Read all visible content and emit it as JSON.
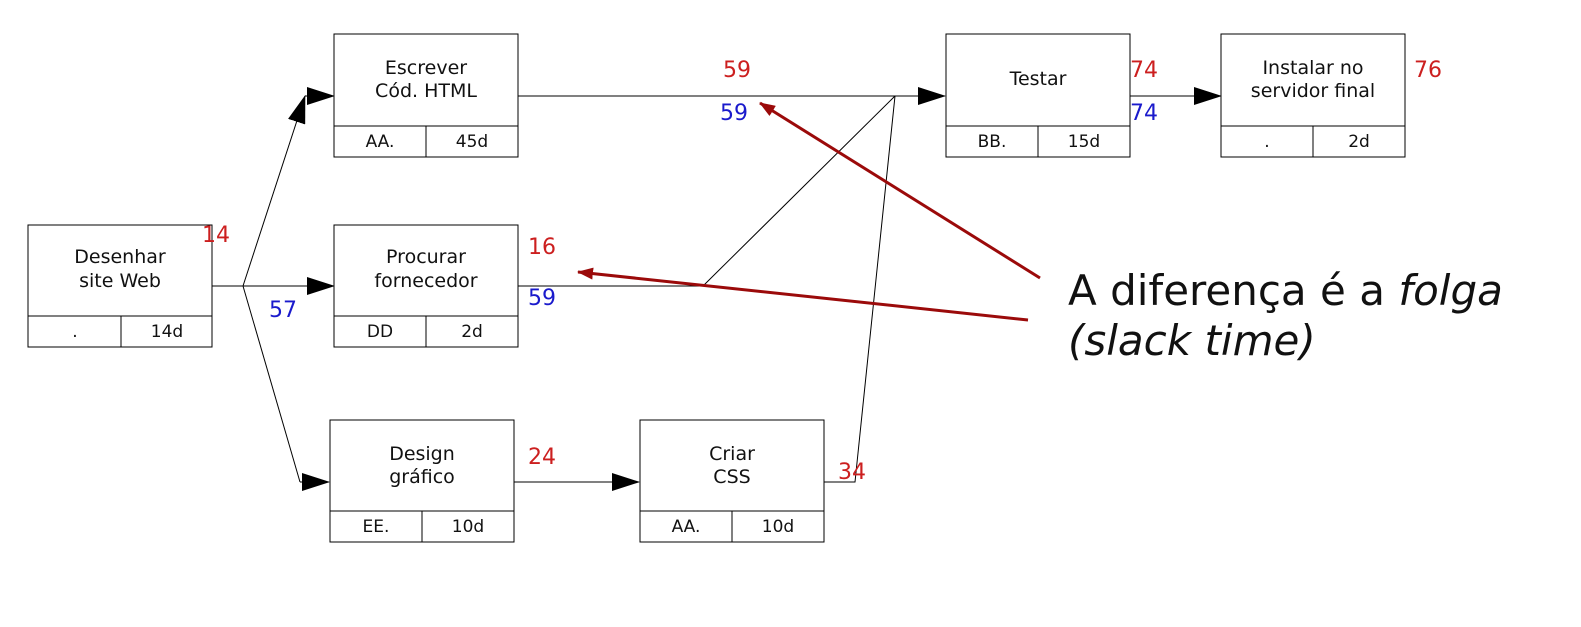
{
  "nodes": {
    "desenhar": {
      "title_line1": "Desenhar",
      "title_line2": "site Web",
      "resource": ".",
      "duration": "14d"
    },
    "escrever": {
      "title_line1": "Escrever",
      "title_line2": "Cód. HTML",
      "resource": "AA.",
      "duration": "45d"
    },
    "procurar": {
      "title_line1": "Procurar",
      "title_line2": "fornecedor",
      "resource": "DD",
      "duration": "2d"
    },
    "design": {
      "title_line1": "Design",
      "title_line2": "gráfico",
      "resource": "EE.",
      "duration": "10d"
    },
    "criar": {
      "title_line1": "Criar",
      "title_line2": "CSS",
      "resource": "AA.",
      "duration": "10d"
    },
    "testar": {
      "title": "Testar",
      "resource": "BB.",
      "duration": "15d"
    },
    "instalar": {
      "title_line1": "Instalar no",
      "title_line2": "servidor final",
      "resource": ".",
      "duration": "2d"
    }
  },
  "annotations": {
    "desenhar_red": "14",
    "desenhar_blue": "57",
    "procurar_red": "16",
    "procurar_blue": "59",
    "design_red": "24",
    "criar_red": "34",
    "escrever_red": "59",
    "escrever_blue": "59",
    "testar_red": "74",
    "testar_blue": "74",
    "instalar_red": "76"
  },
  "callout": {
    "line1_prefix": "A diferença é a ",
    "line1_italic": "folga",
    "line2_italic": "(slack time)"
  },
  "colors": {
    "red": "#cc1f1f",
    "blue": "#1a1acc",
    "arrow": "#9b0a0a"
  }
}
